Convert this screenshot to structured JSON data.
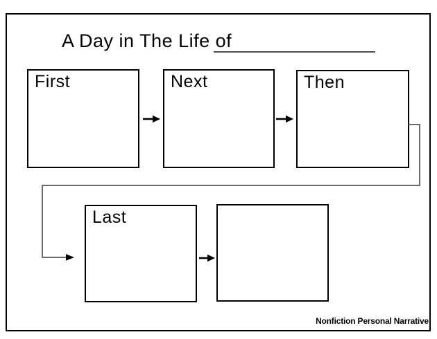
{
  "document": {
    "title": "A Day in The Life of",
    "footer_credit": "Nonfiction Personal Narrative"
  },
  "flowchart": {
    "boxes": [
      {
        "label": "First"
      },
      {
        "label": "Next"
      },
      {
        "label": "Then"
      },
      {
        "label": "Last"
      },
      {
        "label": ""
      }
    ]
  },
  "icons": {
    "arrow_right": "arrow-right-icon",
    "connector": "elbow-connector-line"
  },
  "colors": {
    "ink": "#000000",
    "connector_line": "#6b6b6b",
    "name_blank_line": "#4d4d4d",
    "page_background": "#ffffff"
  }
}
